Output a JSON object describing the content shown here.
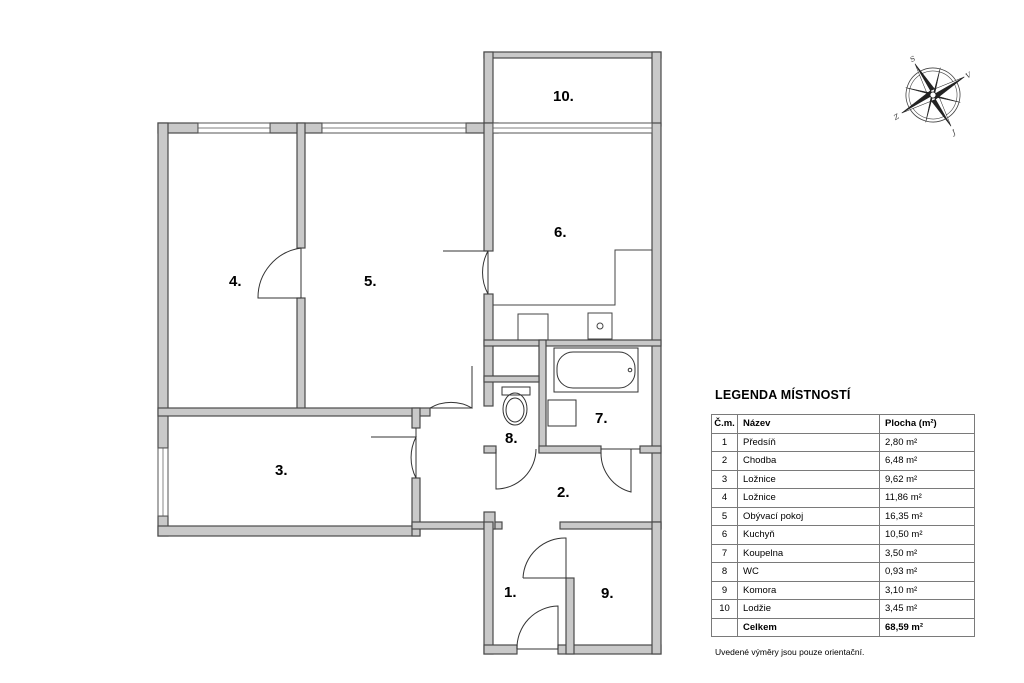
{
  "plan": {
    "rooms": [
      {
        "label": "1."
      },
      {
        "label": "2."
      },
      {
        "label": "3."
      },
      {
        "label": "4."
      },
      {
        "label": "5."
      },
      {
        "label": "6."
      },
      {
        "label": "7."
      },
      {
        "label": "8."
      },
      {
        "label": "9."
      },
      {
        "label": "10."
      }
    ]
  },
  "compass": {
    "icon": "compass-rose-icon",
    "letters": [
      "S",
      "J",
      "V",
      "Z"
    ]
  },
  "legend": {
    "title": "LEGENDA MÍSTNOSTÍ",
    "headers": [
      "Č.m.",
      "Název",
      "Plocha (m²)"
    ],
    "rows": [
      {
        "num": "1",
        "name": "Předsíň",
        "area": "2,80 m²"
      },
      {
        "num": "2",
        "name": "Chodba",
        "area": "6,48 m²"
      },
      {
        "num": "3",
        "name": "Ložnice",
        "area": "9,62 m²"
      },
      {
        "num": "4",
        "name": "Ložnice",
        "area": "11,86 m²"
      },
      {
        "num": "5",
        "name": "Obývací pokoj",
        "area": "16,35 m²"
      },
      {
        "num": "6",
        "name": "Kuchyň",
        "area": "10,50 m²"
      },
      {
        "num": "7",
        "name": "Koupelna",
        "area": "3,50 m²"
      },
      {
        "num": "8",
        "name": "WC",
        "area": "0,93 m²"
      },
      {
        "num": "9",
        "name": "Komora",
        "area": "3,10 m²"
      },
      {
        "num": "10",
        "name": "Lodžie",
        "area": "3,45 m²"
      }
    ],
    "total": {
      "num": "",
      "name": "Celkem",
      "area": "68,59 m²"
    },
    "note": "Uvedené výměry jsou pouze orientační."
  }
}
